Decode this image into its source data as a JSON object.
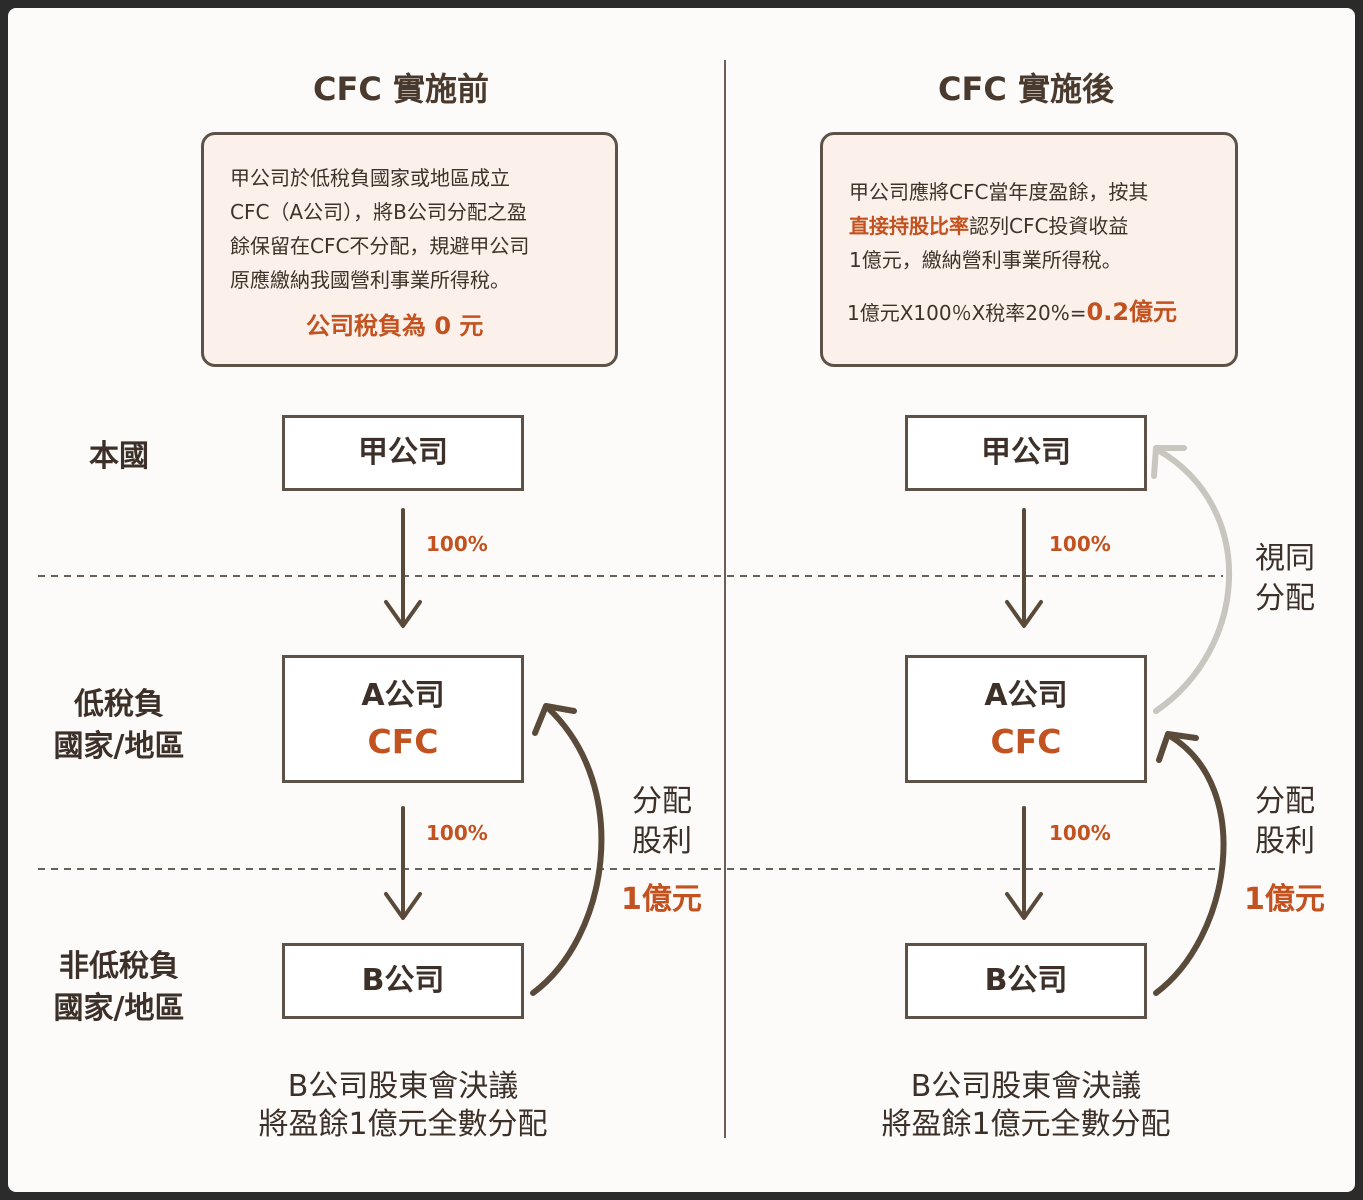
{
  "left": {
    "title": "CFC 實施前",
    "note_lines": [
      "甲公司於低稅負國家或地區成立",
      "CFC（A公司），將B公司分配之盈",
      "餘保留在CFC不分配，規避甲公司",
      "原應繳納我國營利事業所得稅。"
    ],
    "note_result": "公司稅負為 0 元",
    "parent": "甲公司",
    "cfc_name": "A公司",
    "cfc_tag": "CFC",
    "sub": "B公司",
    "pct_top": "100%",
    "pct_bottom": "100%",
    "dividend_label": [
      "分配",
      "股利"
    ],
    "dividend_amount": "1億元",
    "footer": [
      "B公司股東會決議",
      "將盈餘1億元全數分配"
    ]
  },
  "right": {
    "title": "CFC 實施後",
    "note_line1": "甲公司應將CFC當年度盈餘，按其",
    "note_highlight": "直接持股比率",
    "note_line2_rest": "認列CFC投資收益",
    "note_line3": "1億元，繳納營利事業所得稅。",
    "formula": "1億元X100％X稅率20%=",
    "formula_result": "0.2億元",
    "parent": "甲公司",
    "cfc_name": "A公司",
    "cfc_tag": "CFC",
    "sub": "B公司",
    "pct_top": "100%",
    "pct_bottom": "100%",
    "deemed_label": [
      "視同",
      "分配"
    ],
    "dividend_label": [
      "分配",
      "股利"
    ],
    "dividend_amount": "1億元",
    "footer": [
      "B公司股東會決議",
      "將盈餘1億元全數分配"
    ]
  },
  "regions": {
    "home": "本國",
    "low_tax": [
      "低稅負",
      "國家/地區"
    ],
    "non_low_tax": [
      "非低稅負",
      "國家/地區"
    ]
  },
  "colors": {
    "accent": "#c2521f",
    "arrow": "#5a4a3a",
    "deemed_arrow": "#c9c5bf",
    "text": "#3c3028"
  }
}
